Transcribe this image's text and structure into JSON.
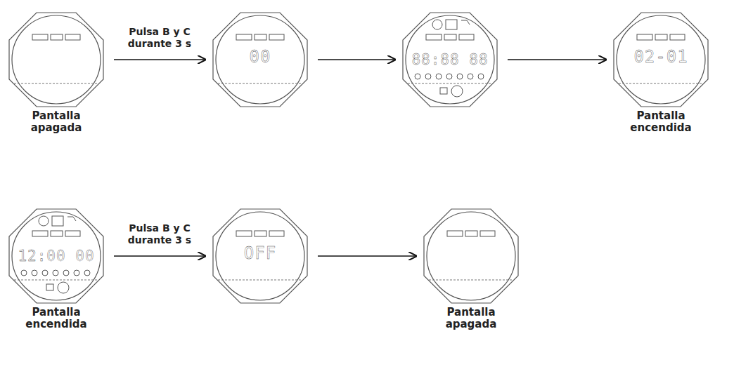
{
  "diagram": {
    "nodes": [
      {
        "text": [
          "Pantalla apagada"
        ]
      },
      {
        "text": [
          "00"
        ]
      },
      {
        "text": [
          "88:88 88"
        ]
      },
      {
        "text": [
          "02-01",
          "Pantalla encendida"
        ]
      },
      {
        "text": [
          "12:00 00",
          "Pantalla encendida"
        ]
      },
      {
        "text": [
          "OFF"
        ]
      },
      {
        "text": [
          "Pantalla apagada"
        ]
      }
    ],
    "edges": [
      {
        "from": 0,
        "to": 1,
        "arrow": "to",
        "label": "Pulsa B y C durante 3 s"
      },
      {
        "from": 1,
        "to": 2,
        "arrow": "to"
      },
      {
        "from": 2,
        "to": 3,
        "arrow": "to"
      },
      {
        "from": 4,
        "to": 5,
        "arrow": "to",
        "label": "Pulsa B y C durante 3 s"
      },
      {
        "from": 5,
        "to": 6,
        "arrow": "to"
      }
    ]
  }
}
